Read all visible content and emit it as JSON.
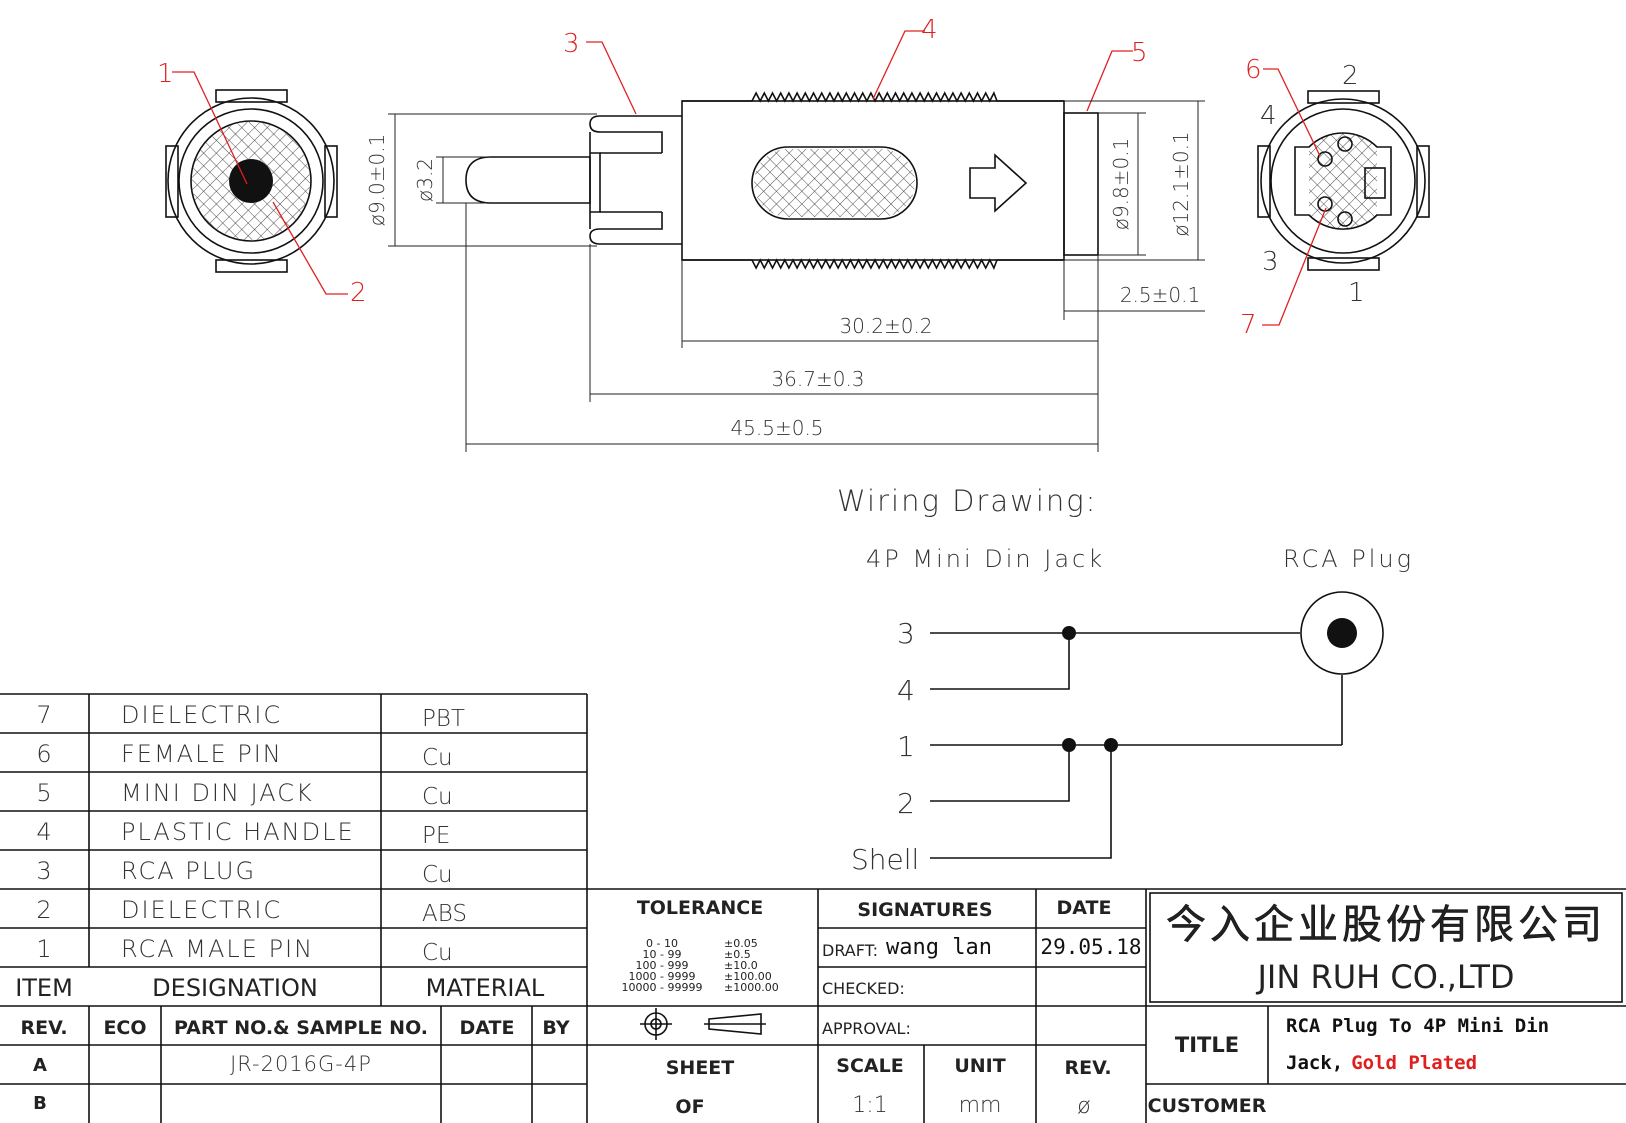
{
  "callouts": {
    "c1": "1",
    "c2": "2",
    "c3": "3",
    "c4": "4",
    "c5": "5",
    "c6": "6",
    "c7": "7"
  },
  "dims": {
    "d_outer": "ø9.0±0.1",
    "d_pin": "ø3.2",
    "d_jack": "ø9.8±0.1",
    "d_jack_outer": "ø12.1±0.1",
    "len_jack": "2.5±0.1",
    "len_handle": "30.2±0.2",
    "len_body": "36.7±0.3",
    "len_total": "45.5±0.5"
  },
  "jack_pins": {
    "p1": "1",
    "p2": "2",
    "p3": "3",
    "p4": "4"
  },
  "wiring": {
    "title": "Wiring Drawing:",
    "left_label": "4P Mini Din Jack",
    "right_label": "RCA Plug",
    "pins": {
      "p3": "3",
      "p4": "4",
      "p1": "1",
      "p2": "2",
      "shell": "Shell"
    }
  },
  "bom": {
    "rows": [
      {
        "item": "7",
        "designation": "DIELECTRIC",
        "material": "PBT",
        "material_color": "#e0201f"
      },
      {
        "item": "6",
        "designation": "FEMALE PIN",
        "material": "Cu",
        "material_color": "#333333"
      },
      {
        "item": "5",
        "designation": "MINI DIN JACK",
        "material": "Cu",
        "material_color": "#333333"
      },
      {
        "item": "4",
        "designation": "PLASTIC HANDLE",
        "material": "PE",
        "material_color": "#e0201f"
      },
      {
        "item": "3",
        "designation": "RCA PLUG",
        "material": "Cu",
        "material_color": "#333333"
      },
      {
        "item": "2",
        "designation": "DIELECTRIC",
        "material": "ABS",
        "material_color": "#e0201f"
      },
      {
        "item": "1",
        "designation": "RCA MALE PIN",
        "material": "Cu",
        "material_color": "#333333"
      }
    ],
    "header": {
      "item": "ITEM",
      "designation": "DESIGNATION",
      "material": "MATERIAL"
    }
  },
  "rev_table": {
    "headers": {
      "rev": "REV.",
      "eco": "ECO",
      "part": "PART NO.& SAMPLE NO.",
      "date": "DATE",
      "by": "BY"
    },
    "rows": [
      {
        "rev": "A",
        "part": "JR-2016G-4P"
      },
      {
        "rev": "B",
        "part": ""
      }
    ]
  },
  "tolerance": {
    "title": "TOLERANCE",
    "ranges": [
      "0 - 10",
      "10 - 99",
      "100 - 999",
      "1000 - 9999",
      "10000 - 99999"
    ],
    "values": [
      "±0.05",
      "±0.5",
      "±10.0",
      "±100.00",
      "±1000.00"
    ]
  },
  "signatures": {
    "title": "SIGNATURES",
    "date_header": "DATE",
    "draft_label": "DRAFT:",
    "draft_name": "wang lan",
    "draft_date": "29.05.18",
    "checked_label": "CHECKED:",
    "approval_label": "APPROVAL:"
  },
  "sheet": {
    "sheet_label": "SHEET",
    "of_label": "OF",
    "scale_label": "SCALE",
    "scale_value": "1:1",
    "unit_label": "UNIT",
    "unit_value": "mm",
    "rev_label": "REV.",
    "rev_value": "ø"
  },
  "company": {
    "name_cn": "今入企业股份有限公司",
    "name_en": "JIN  RUH  CO.,LTD"
  },
  "title_block": {
    "title_label": "TITLE",
    "title_line1": "RCA Plug To 4P Mini Din",
    "title_line2_prefix": "Jack,",
    "title_line2_highlight": "Gold Plated",
    "customer_label": "CUSTOMER"
  }
}
